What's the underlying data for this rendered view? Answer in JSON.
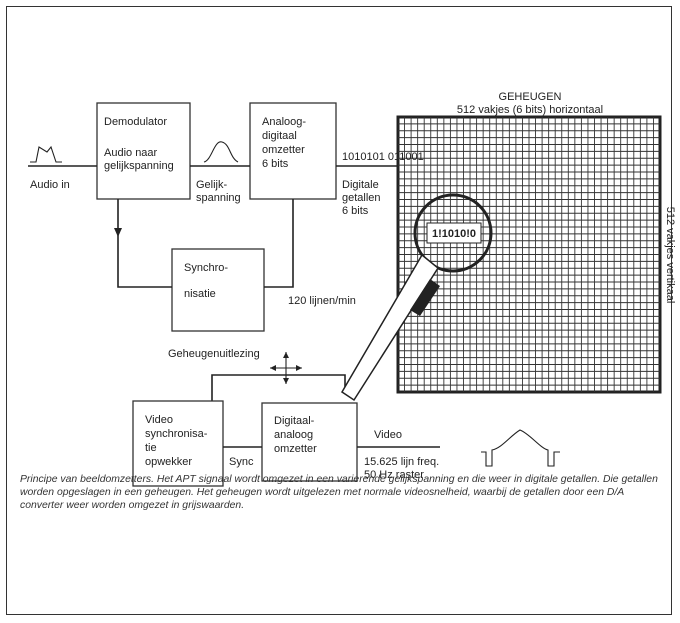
{
  "memory": {
    "title": "GEHEUGEN",
    "horizontal_label": "512 vakjes (6 bits) horizontaal",
    "vertical_label": "512 vakjes vertikaal",
    "magnifier_bits": "1!1010!0"
  },
  "blocks": {
    "demodulator": [
      "Demodulator",
      "Audio naar",
      "gelijkspanning"
    ],
    "adc": [
      "Analoog-",
      "digitaal",
      "omzetter",
      "6 bits"
    ],
    "sync": [
      "Synchro-",
      "nisatie"
    ],
    "video_sync": [
      "Video",
      "synchronisa-",
      "tie",
      "opwekker"
    ],
    "dac": [
      "Digitaal-",
      "analoog",
      "omzetter"
    ]
  },
  "labels": {
    "audio_in": "Audio in",
    "gelijk": [
      "Gelijk-",
      "spanning"
    ],
    "bitstream": "1010101 011001",
    "digitale": [
      "Digitale",
      "getallen",
      "6 bits"
    ],
    "lines_per_min": "120 lijnen/min",
    "readout": "Geheugenuitlezing",
    "sync": "Sync",
    "video": "Video",
    "video_spec": [
      "15.625 lijn freq.",
      "50 Hz raster"
    ]
  },
  "caption": "Principe van beeldomzetters. Het APT signaal wordt omgezet in een varierende gelijkspanning en die weer in digitale getallen. Die getallen worden opgeslagen in een geheugen. Het geheugen wordt uitgelezen met normale videosnelheid, waarbij de getallen door een D/A converter weer worden omgezet in grijswaarden."
}
